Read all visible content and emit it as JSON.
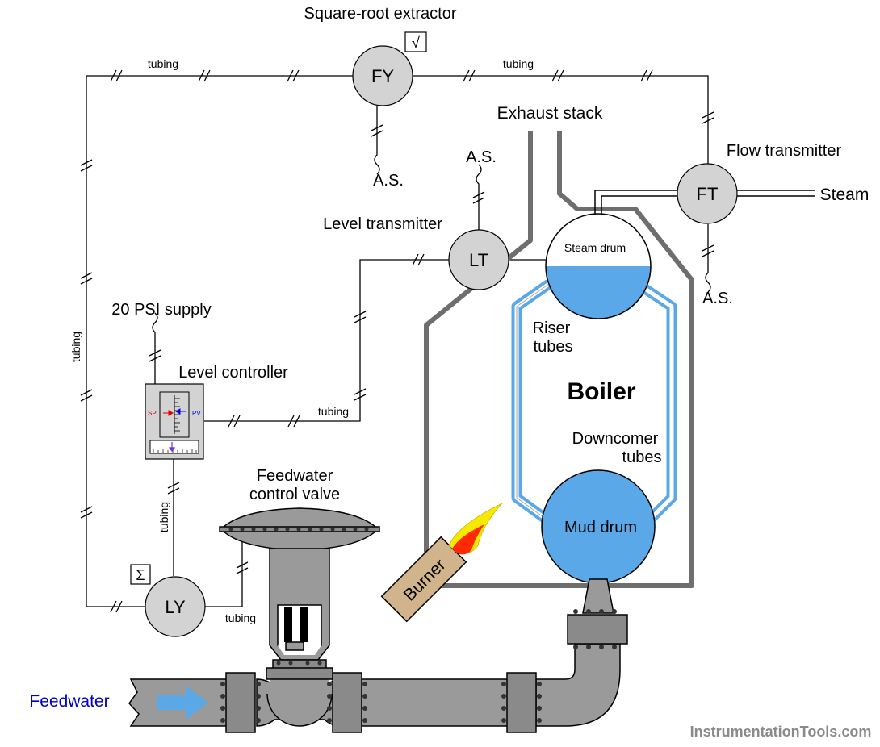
{
  "labels": {
    "square_root_extractor": "Square-root extractor",
    "sqrt_symbol": "√",
    "sum_symbol": "Σ",
    "exhaust_stack": "Exhaust stack",
    "flow_transmitter": "Flow transmitter",
    "level_transmitter": "Level transmitter",
    "level_controller": "Level controller",
    "psi_supply": "20 PSI supply",
    "feedwater_control_valve_1": "Feedwater",
    "feedwater_control_valve_2": "control valve",
    "feedwater": "Feedwater",
    "steam": "Steam",
    "steam_drum": "Steam drum",
    "riser_tubes_1": "Riser",
    "riser_tubes_2": "tubes",
    "boiler": "Boiler",
    "downcomer_tubes_1": "Downcomer",
    "downcomer_tubes_2": "tubes",
    "mud_drum": "Mud drum",
    "burner": "Burner",
    "air_supply": "A.S.",
    "tubing": "tubing",
    "sp": "SP",
    "pv": "PV",
    "watermark": "InstrumentationTools.com"
  },
  "instruments": {
    "fy": "FY",
    "ft": "FT",
    "lt": "LT",
    "ly": "LY"
  },
  "colors": {
    "water": "#5ba8e8",
    "instrument": "#d3d3d3",
    "metal": "#9a9a9a",
    "stack": "#6e6e6e",
    "burner": "#d2b48c",
    "feedwater_text": "#0000cc",
    "flow_arrow": "#5aa8e6",
    "sp": "#e00000",
    "pv": "#0000dd"
  }
}
